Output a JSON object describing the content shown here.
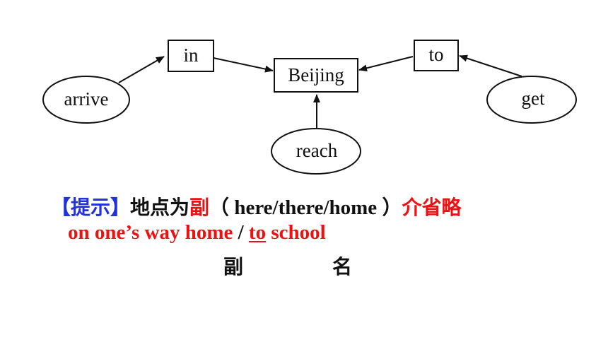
{
  "diagram": {
    "nodes": {
      "in": "in",
      "beijing": "Beijing",
      "to": "to",
      "arrive": "arrive",
      "get": "get",
      "reach": "reach"
    }
  },
  "tip": {
    "bracket_label": "【提示】",
    "text_1": "地点为",
    "red_1": "副",
    "paren_open": "（",
    "examples": " here/there/home ",
    "paren_close": "）",
    "red_2": "介省略"
  },
  "example_line": {
    "part_1": "on one’s way home ",
    "slash": "/ ",
    "to": "to",
    "part_2": " school"
  },
  "labels": {
    "adverb": "副",
    "noun": "名"
  },
  "colors": {
    "blue": "#2233dd",
    "red": "#ee1111",
    "text": "#111111"
  }
}
